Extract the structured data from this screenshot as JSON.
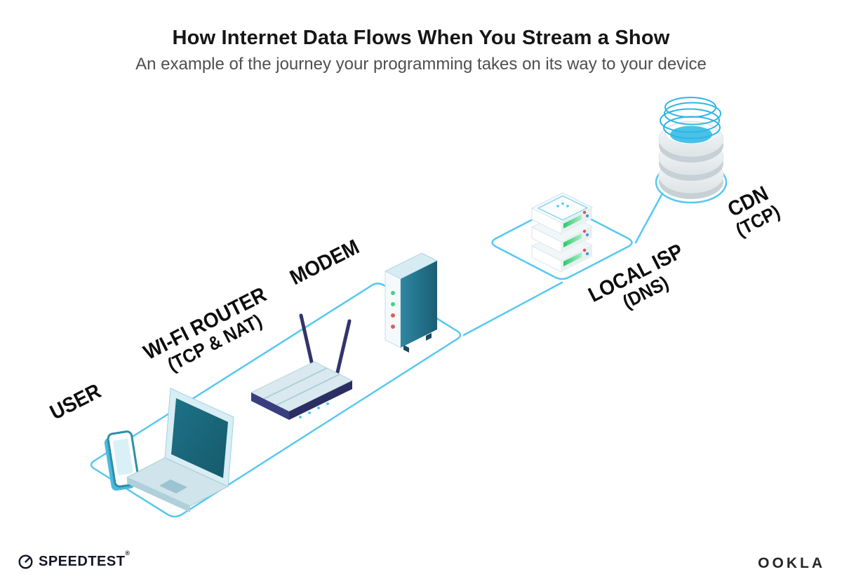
{
  "header": {
    "title": "How Internet Data Flows When You Stream a Show",
    "subtitle": "An example of the journey your programming takes on its way to your device"
  },
  "nodes": {
    "user": {
      "label": "USER",
      "device": "smartphone-and-laptop"
    },
    "wifi_router": {
      "label": "WI-FI ROUTER",
      "sublabel": "(TCP & NAT)",
      "device": "wifi-router"
    },
    "modem": {
      "label": "MODEM",
      "device": "modem"
    },
    "local_isp": {
      "label": "LOCAL ISP",
      "sublabel": "(DNS)",
      "device": "server-stack"
    },
    "cdn": {
      "label": "CDN",
      "sublabel": "(TCP)",
      "device": "database-cylinders"
    }
  },
  "footer": {
    "speedtest_wordmark": "SPEEDTEST",
    "speedtest_trademark": "®",
    "ookla_wordmark": "OOKLA"
  },
  "colors": {
    "connection_cyan": "#56C8F0",
    "device_teal_dark": "#1B6476",
    "device_teal_mid": "#2E85A0",
    "router_navy": "#32356B",
    "led_green": "#46D17E",
    "led_red": "#E65C55",
    "dot_blue": "#3C9BE0",
    "cdn_cyan": "#49C2E8",
    "label_text": "#0D0D0D",
    "subtitle_text": "#4F4F4F",
    "logo_dark": "#141526"
  }
}
